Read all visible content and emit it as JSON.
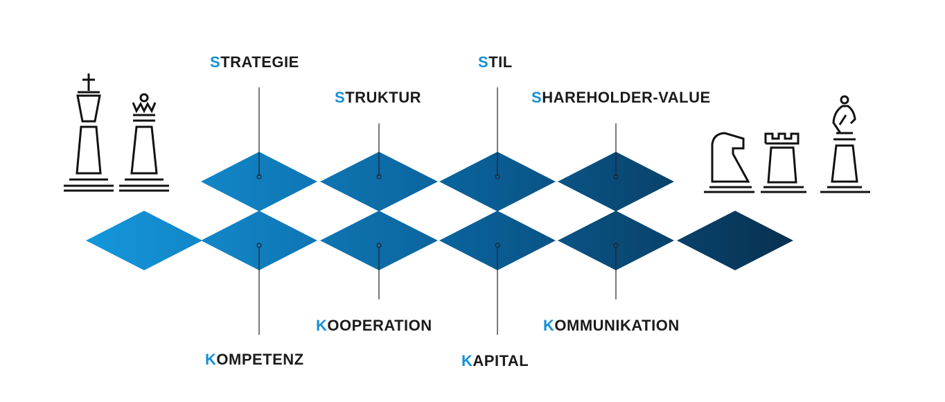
{
  "colors": {
    "accent": "#1590d8",
    "text": "#1b1b1b",
    "tile_light": "#1597dc",
    "tile_dark": "#08304f",
    "line": "#222222"
  },
  "top_labels": [
    {
      "first": "S",
      "rest": "TRATEGIE"
    },
    {
      "first": "S",
      "rest": "TRUKTUR"
    },
    {
      "first": "S",
      "rest": "TIL"
    },
    {
      "first": "S",
      "rest": "HAREHOLDER-VALUE"
    }
  ],
  "bottom_labels": [
    {
      "first": "K",
      "rest": "OMPETENZ"
    },
    {
      "first": "K",
      "rest": "OOPERATION"
    },
    {
      "first": "K",
      "rest": "APITAL"
    },
    {
      "first": "K",
      "rest": "OMMUNIKATION"
    }
  ],
  "pieces": {
    "left": [
      "king-icon",
      "queen-icon"
    ],
    "right": [
      "knight-icon",
      "rook-icon",
      "bishop-icon"
    ]
  }
}
